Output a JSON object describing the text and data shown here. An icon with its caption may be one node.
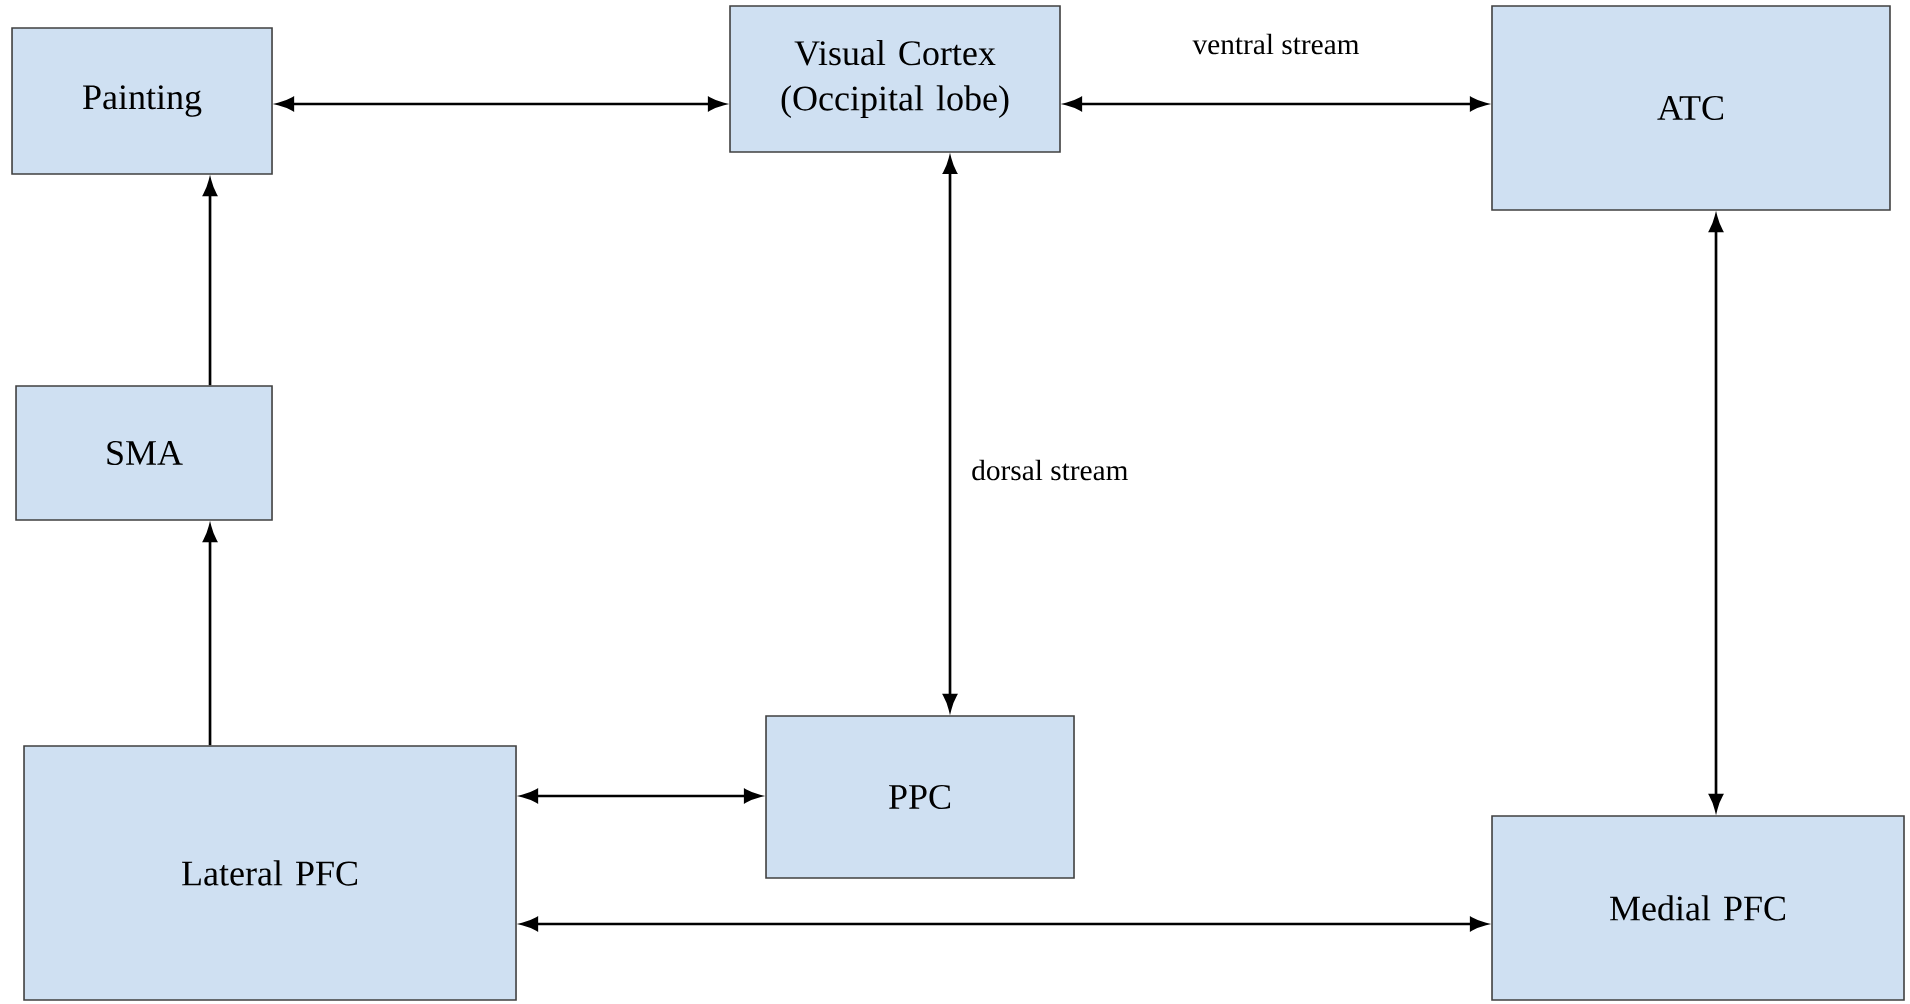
{
  "diagram": {
    "nodes": [
      {
        "text": [
          "Painting"
        ]
      },
      {
        "text": [
          "Visual Cortex (Occipital lobe)"
        ]
      },
      {
        "text": [
          "ATC"
        ]
      },
      {
        "text": [
          "SMA"
        ]
      },
      {
        "text": [
          "Lateral PFC"
        ]
      },
      {
        "text": [
          "PPC"
        ]
      },
      {
        "text": [
          "Medial PFC"
        ]
      }
    ],
    "edges": [
      {
        "from": 0,
        "to": 1,
        "arrow": "both"
      },
      {
        "from": 1,
        "to": 2,
        "arrow": "both",
        "label": "ventral stream"
      },
      {
        "from": 1,
        "to": 5,
        "arrow": "both",
        "label": "dorsal stream"
      },
      {
        "from": 2,
        "to": 6,
        "arrow": "both"
      },
      {
        "from": 3,
        "to": 0,
        "arrow": "to"
      },
      {
        "from": 4,
        "to": 3,
        "arrow": "to"
      },
      {
        "from": 4,
        "to": 5,
        "arrow": "both"
      },
      {
        "from": 4,
        "to": 6,
        "arrow": "both"
      }
    ]
  }
}
